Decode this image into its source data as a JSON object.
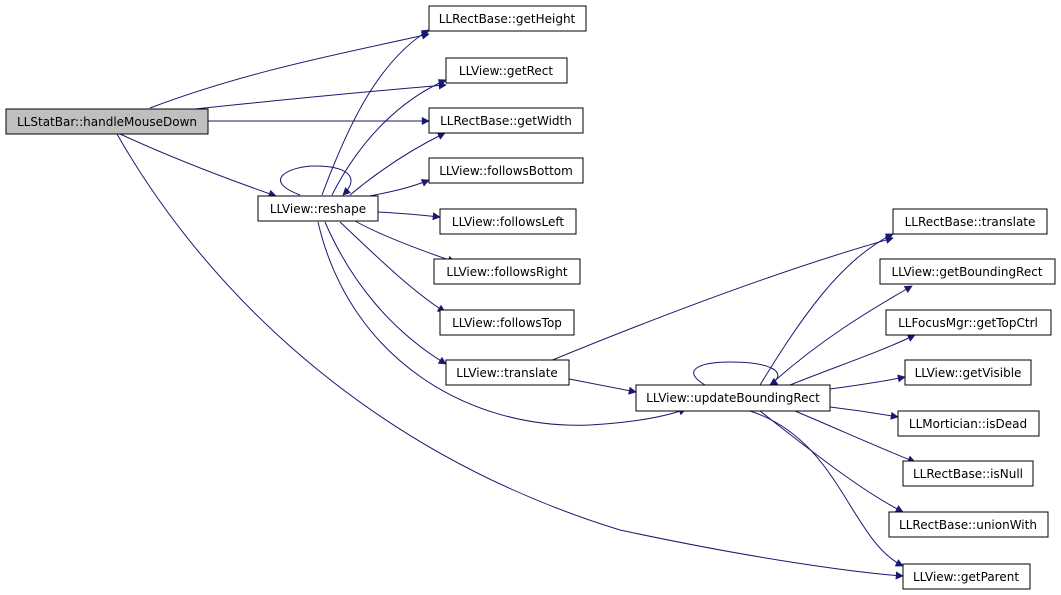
{
  "colors": {
    "edge": "#191970",
    "root_fill": "#bfbfbf",
    "node_fill": "#ffffff",
    "text": "#000000"
  },
  "nodes": {
    "root": "LLStatBar::handleMouseDown",
    "getHeight": "LLRectBase::getHeight",
    "getRect": "LLView::getRect",
    "getWidth": "LLRectBase::getWidth",
    "followsBottom": "LLView::followsBottom",
    "reshape": "LLView::reshape",
    "followsLeft": "LLView::followsLeft",
    "followsRight": "LLView::followsRight",
    "followsTop": "LLView::followsTop",
    "viewTranslate": "LLView::translate",
    "updateBoundingRect": "LLView::updateBoundingRect",
    "rectTranslate": "LLRectBase::translate",
    "getBoundingRect": "LLView::getBoundingRect",
    "getTopCtrl": "LLFocusMgr::getTopCtrl",
    "getVisible": "LLView::getVisible",
    "isDead": "LLMortician::isDead",
    "isNull": "LLRectBase::isNull",
    "unionWith": "LLRectBase::unionWith",
    "getParent": "LLView::getParent"
  }
}
